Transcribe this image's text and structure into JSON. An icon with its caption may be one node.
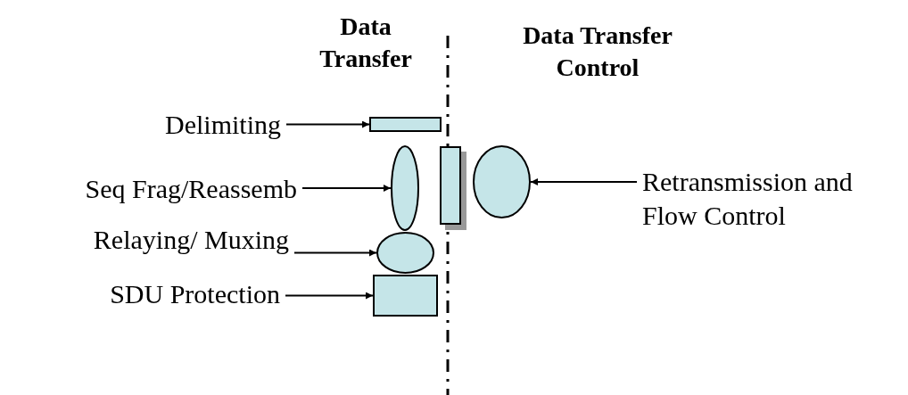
{
  "diagram": {
    "nodes": [
      {
        "text": [
          "Delimiting"
        ]
      },
      {
        "text": [],
        "shape": "box"
      },
      {
        "text": [
          "Seq Frag/Reassemb"
        ]
      },
      {
        "text": [],
        "shape": "ellipse"
      },
      {
        "text": [],
        "shape": "box"
      },
      {
        "text": [],
        "shape": "ellipse"
      },
      {
        "text": [
          "Retransmission and Flow Control"
        ]
      },
      {
        "text": [
          "Relaying/ Muxing"
        ]
      },
      {
        "text": [],
        "shape": "ellipse"
      },
      {
        "text": [
          "SDU Protection"
        ]
      },
      {
        "text": [],
        "shape": "box"
      }
    ],
    "edges": [
      {
        "from": 0,
        "to": 1,
        "arrow": "to"
      },
      {
        "from": 2,
        "to": 3,
        "arrow": "to"
      },
      {
        "from": 6,
        "to": 5,
        "arrow": "to"
      },
      {
        "from": 7,
        "to": 8,
        "arrow": "to"
      },
      {
        "from": 9,
        "to": 10,
        "arrow": "to"
      }
    ],
    "labels": [
      "Data Transfer",
      "Data Transfer Control"
    ]
  }
}
